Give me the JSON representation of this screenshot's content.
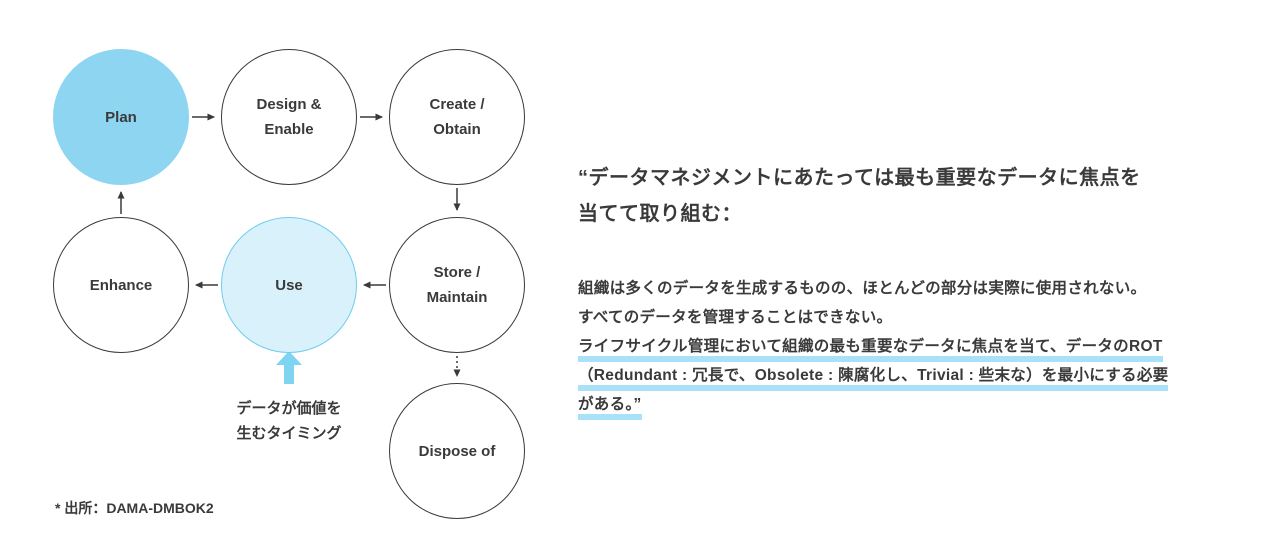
{
  "diagram": {
    "nodes": {
      "plan": {
        "label": "Plan"
      },
      "design": {
        "label": "Design &\nEnable"
      },
      "create": {
        "label": "Create /\nObtain"
      },
      "enhance": {
        "label": "Enhance"
      },
      "use": {
        "label": "Use"
      },
      "store": {
        "label": "Store /\nMaintain"
      },
      "dispose": {
        "label": "Dispose of"
      }
    },
    "value_annotation": "データが価値を\n生むタイミング",
    "source_note": "* 出所：DAMA-DMBOK2",
    "colors": {
      "plan_fill": "#8ed5f2",
      "use_fill": "#d9f1fb",
      "use_stroke": "#6fcdec",
      "value_arrow_fill": "#7fd4f2",
      "line_color": "#3a3a3a",
      "highlight_underline": "#a9e2f8"
    }
  },
  "quote": {
    "heading_line1": "“データマネジメントにあたっては最も重要なデータに焦点を",
    "heading_line2": "当てて取り組む：",
    "body_line1": "組織は多くのデータを生成するものの、ほとんどの部分は実際に使用されない。",
    "body_line2": "すべてのデータを管理することはできない。",
    "body_line3_highlight": "ライフサイクル管理において組織の最も重要なデータに焦点を当て、データのROT",
    "body_line4_highlight": "（Redundant : 冗長で、Obsolete : 陳腐化し、Trivial : 些末な）を最小にする必要",
    "body_line5_highlight": "がある。”"
  }
}
